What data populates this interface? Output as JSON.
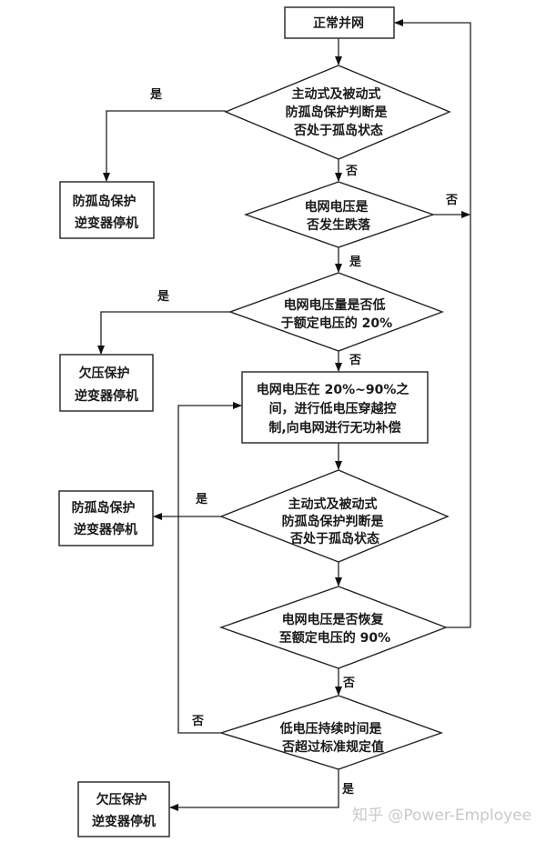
{
  "flowchart": {
    "nodes": {
      "start": {
        "type": "process",
        "lines": [
          "正常并网"
        ]
      },
      "d1": {
        "type": "decision",
        "lines": [
          "主动式及被动式",
          "防孤岛保护判断是",
          "否处于孤岛状态"
        ]
      },
      "stop_island_1": {
        "type": "process",
        "lines": [
          "防孤岛保护",
          "逆变器停机"
        ]
      },
      "d2": {
        "type": "decision",
        "lines": [
          "电网电压是",
          "否发生跌落"
        ]
      },
      "d3": {
        "type": "decision",
        "lines": [
          "电网电压量是否低",
          "于额定电压的 20%"
        ]
      },
      "stop_uv_1": {
        "type": "process",
        "lines": [
          "欠压保护",
          "逆变器停机"
        ]
      },
      "lvrt": {
        "type": "process",
        "lines": [
          "电网电压在 20%~90%之",
          "间，进行低电压穿越控",
          "制,向电网进行无功补偿"
        ]
      },
      "d4": {
        "type": "decision",
        "lines": [
          "主动式及被动式",
          "防孤岛保护判断是",
          "否处于孤岛状态"
        ]
      },
      "stop_island_2": {
        "type": "process",
        "lines": [
          "防孤岛保护",
          "逆变器停机"
        ]
      },
      "d5": {
        "type": "decision",
        "lines": [
          "电网电压是否恢复",
          "至额定电压的 90%"
        ]
      },
      "d6": {
        "type": "decision",
        "lines": [
          "低电压持续时间是",
          "否超过标准规定值"
        ]
      },
      "stop_uv_2": {
        "type": "process",
        "lines": [
          "欠压保护",
          "逆变器停机"
        ]
      }
    },
    "edges": [
      {
        "from": "start",
        "to": "d1",
        "label": ""
      },
      {
        "from": "d1",
        "to": "stop_island_1",
        "label": "是"
      },
      {
        "from": "d1",
        "to": "d2",
        "label": "否"
      },
      {
        "from": "d2",
        "to": "start",
        "label": "否"
      },
      {
        "from": "d2",
        "to": "d3",
        "label": "是"
      },
      {
        "from": "d3",
        "to": "stop_uv_1",
        "label": "是"
      },
      {
        "from": "d3",
        "to": "lvrt",
        "label": "否"
      },
      {
        "from": "lvrt",
        "to": "d4",
        "label": ""
      },
      {
        "from": "d4",
        "to": "stop_island_2",
        "label": "是"
      },
      {
        "from": "d4",
        "to": "d5",
        "label": ""
      },
      {
        "from": "d5",
        "to": "start",
        "label": ""
      },
      {
        "from": "d5",
        "to": "d6",
        "label": "否"
      },
      {
        "from": "d6",
        "to": "lvrt",
        "label": "否"
      },
      {
        "from": "d6",
        "to": "stop_uv_2",
        "label": "是"
      }
    ]
  },
  "watermark": "知乎 @Power-Employee"
}
